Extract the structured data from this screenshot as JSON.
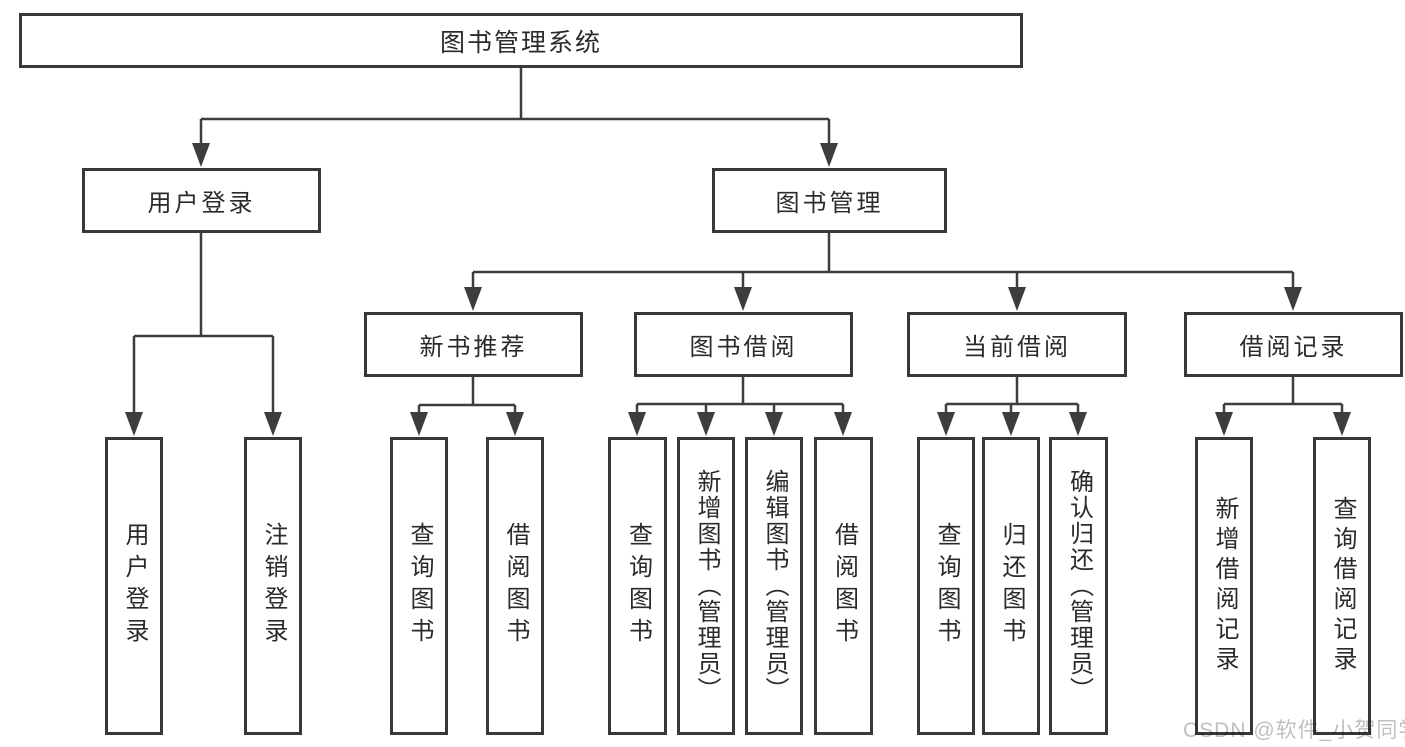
{
  "diagram": {
    "type": "hierarchy-tree",
    "root": {
      "label": "图书管理系统"
    },
    "branches": [
      {
        "label": "用户登录",
        "children": [
          {
            "label": "用户登录"
          },
          {
            "label": "注销登录"
          }
        ]
      },
      {
        "label": "图书管理",
        "children": [
          {
            "label": "新书推荐",
            "children": [
              {
                "label": "查询图书"
              },
              {
                "label": "借阅图书"
              }
            ]
          },
          {
            "label": "图书借阅",
            "children": [
              {
                "label": "查询图书"
              },
              {
                "label": "新增图书（管理员）"
              },
              {
                "label": "编辑图书（管理员）"
              },
              {
                "label": "借阅图书"
              }
            ]
          },
          {
            "label": "当前借阅",
            "children": [
              {
                "label": "查询图书"
              },
              {
                "label": "归还图书"
              },
              {
                "label": "确认归还（管理员）"
              }
            ]
          },
          {
            "label": "借阅记录",
            "children": [
              {
                "label": "新增借阅记录"
              },
              {
                "label": "查询借阅记录"
              }
            ]
          }
        ]
      }
    ]
  },
  "watermark": {
    "text": "CSDN @软件_小贺同学"
  },
  "colors": {
    "background": "#ffffff",
    "box_border": "#383838",
    "connector_line": "#3d3d3d",
    "text": "#2b2b2b",
    "watermark": "#bfbfbf"
  }
}
